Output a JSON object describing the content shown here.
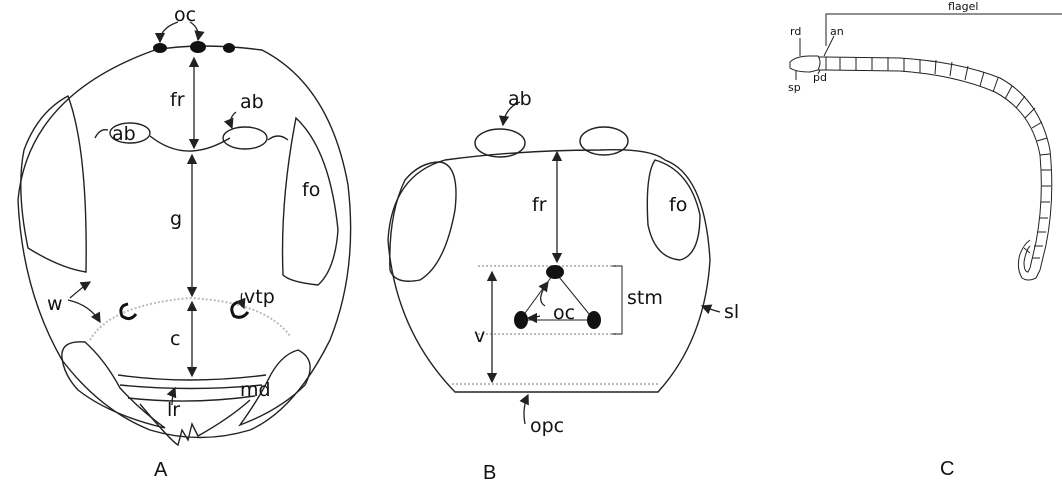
{
  "labels": {
    "oc": "oc",
    "fr": "fr",
    "ab": "ab",
    "g": "g",
    "fo": "fo",
    "w": "w",
    "vtp": "vtp",
    "c": "c",
    "md": "md",
    "lr": "lr",
    "stm": "stm",
    "v": "v",
    "sl": "sl",
    "opc": "opc",
    "flagel": "flagel",
    "rd": "rd",
    "an": "an",
    "sp": "sp",
    "pd": "pd"
  },
  "panels": {
    "a": "A",
    "b": "B",
    "c": "C"
  },
  "colors": {
    "line": "#222222",
    "fill": "#111111",
    "dotted": "#bbbbbb"
  }
}
